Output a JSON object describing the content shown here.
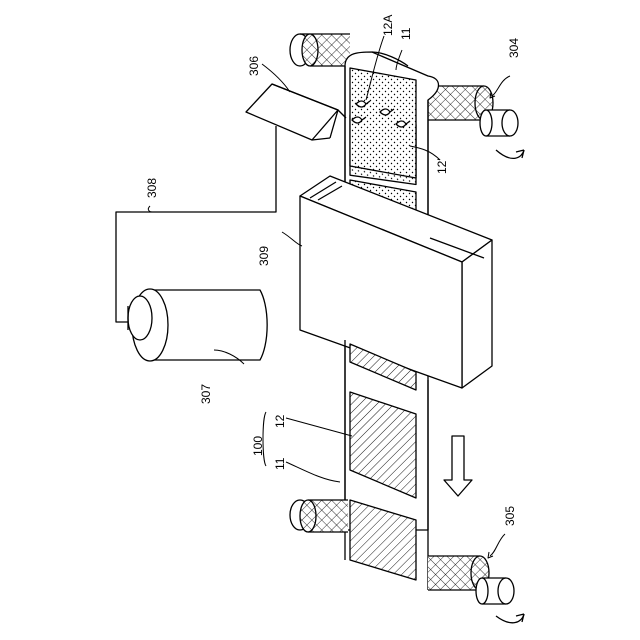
{
  "labels": {
    "upper_roller": "304",
    "lower_roller": "305",
    "dispenser": "306",
    "tank": "307",
    "pipe": "308",
    "chamber": "309",
    "droplets": "12A",
    "film_top": "11",
    "applied_layer": "12'",
    "product": "100",
    "pattern": "12",
    "film_bottom": "11"
  },
  "colors": {
    "line": "#000000",
    "background": "#ffffff"
  }
}
